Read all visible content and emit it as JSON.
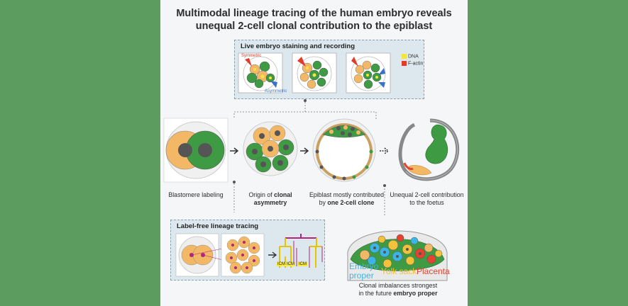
{
  "title_line1": "Multimodal lineage tracing of the human embryo reveals",
  "title_line2": "unequal 2-cell clonal contribution to the epiblast",
  "live_box": {
    "title": "Live embryo staining and recording",
    "symmetric": "Symmetric",
    "asymmetric": "Asymmetric",
    "legend": [
      {
        "label": "DNA",
        "color": "#f5e43c"
      },
      {
        "label": "F-actin",
        "color": "#e33b2a"
      }
    ]
  },
  "stages": {
    "blastomere": "Blastomere labeling",
    "origin_line1_a": "Origin of ",
    "origin_line1_b": "clonal",
    "origin_line2": "asymmetry",
    "epiblast_line1": "Epiblast mostly contributed",
    "epiblast_line2_a": "by ",
    "epiblast_line2_b": "one 2-cell clone",
    "foetus_line1": "Unequal 2-cell contribution",
    "foetus_line2": "to the foetus"
  },
  "label_free_box": {
    "title": "Label-free lineage tracing",
    "icm_labels": [
      "ICM",
      "ICM",
      "ICM"
    ]
  },
  "clonal": {
    "embryo_proper_1": "Embryo",
    "embryo_proper_2": "proper",
    "yolk_sack": "Yolk sack",
    "placenta": "Placenta",
    "caption_line1": "Clonal imbalances strongest",
    "caption_line2_a": "in the future ",
    "caption_line2_b": "embryo proper"
  },
  "colors": {
    "background": "#5c9c5f",
    "panel": "#f4f6f8",
    "clone_green": "#3f9a44",
    "clone_orange": "#f2b866",
    "nucleus": "#555555",
    "embryo_blue": "#3bb5e6",
    "yolk_yellow": "#f3c23a",
    "placenta_red": "#e5432f"
  }
}
